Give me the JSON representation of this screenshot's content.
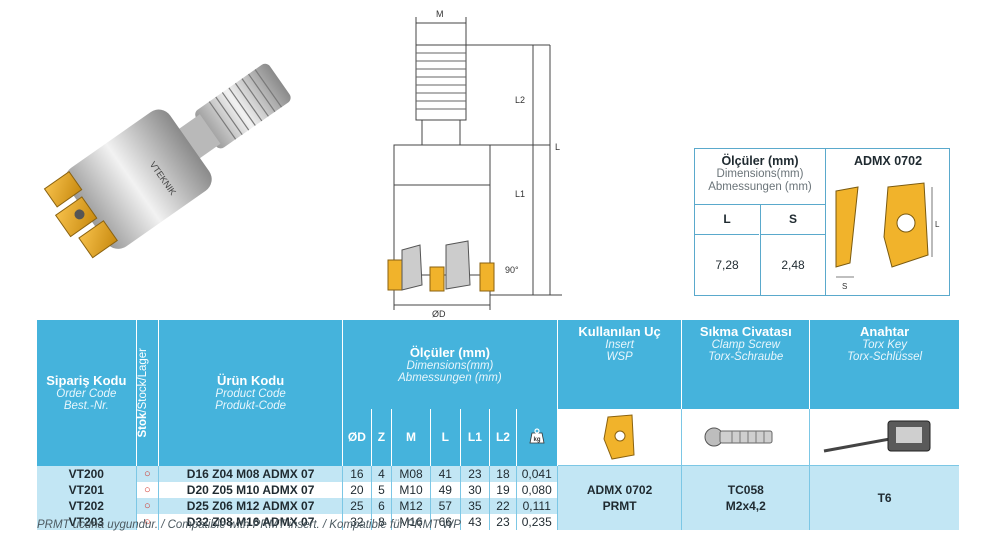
{
  "insert_box": {
    "title": "Ölçüler (mm)",
    "subtitle_en": "Dimensions(mm)",
    "subtitle_de": "Abmessungen (mm)",
    "col_L": "L",
    "col_S": "S",
    "val_L": "7,28",
    "val_S": "2,48",
    "insert_title": "ADMX 0702"
  },
  "drawing_labels": {
    "M": "M",
    "L2": "L2",
    "L": "L",
    "L1": "L1",
    "angle": "90°",
    "D": "ØD"
  },
  "table": {
    "order_code": {
      "tr": "Sipariş Kodu",
      "en": "Order Code",
      "de": "Best.-Nr."
    },
    "stock": {
      "tr": "Stok",
      "rest": "/Stock/Lager"
    },
    "product_code": {
      "tr": "Ürün Kodu",
      "en": "Product Code",
      "de": "Produkt-Code"
    },
    "dimensions": {
      "tr": "Ölçüler (mm)",
      "en": "Dimensions(mm)",
      "de": "Abmessungen (mm)"
    },
    "insert": {
      "tr": "Kullanılan Uç",
      "en": "Insert",
      "de": "WSP"
    },
    "screw": {
      "tr": "Sıkma Civatası",
      "en": "Clamp Screw",
      "de": "Torx-Schraube"
    },
    "key": {
      "tr": "Anahtar",
      "en": "Torx Key",
      "de": "Torx-Schlüssel"
    },
    "sub_headers": [
      "ØD",
      "Z",
      "M",
      "L",
      "L1",
      "L2"
    ],
    "weight_icon": "kg",
    "rows": [
      {
        "order": "VT200",
        "stock": "○",
        "product": "D16 Z04 M08 ADMX 07",
        "d": "16",
        "z": "4",
        "m": "M08",
        "l": "41",
        "l1": "23",
        "l2": "18",
        "w": "0,041"
      },
      {
        "order": "VT201",
        "stock": "○",
        "product": "D20 Z05 M10 ADMX 07",
        "d": "20",
        "z": "5",
        "m": "M10",
        "l": "49",
        "l1": "30",
        "l2": "19",
        "w": "0,080"
      },
      {
        "order": "VT202",
        "stock": "○",
        "product": "D25 Z06 M12 ADMX 07",
        "d": "25",
        "z": "6",
        "m": "M12",
        "l": "57",
        "l1": "35",
        "l2": "22",
        "w": "0,111"
      },
      {
        "order": "VT203",
        "stock": "○",
        "product": "D32 Z08 M16 ADMX 07",
        "d": "32",
        "z": "8",
        "m": "M16",
        "l": "66",
        "l1": "43",
        "l2": "23",
        "w": "0,235"
      }
    ],
    "insert_value_1": "ADMX 0702",
    "insert_value_2": "PRMT",
    "screw_value_1": "TC058",
    "screw_value_2": "M2x4,2",
    "key_value": "T6"
  },
  "footnote": "PRMT ucuna uygundur. / Compatible with PRMT insert. / Kompatible für PRMT WP"
}
